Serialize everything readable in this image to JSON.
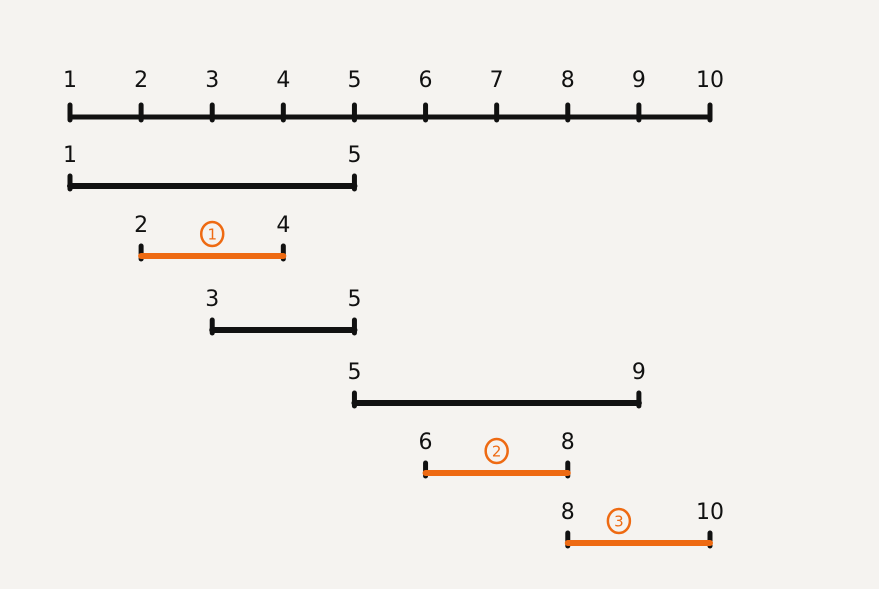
{
  "axis": {
    "min": 1,
    "max": 10,
    "ticks": [
      "1",
      "2",
      "3",
      "4",
      "5",
      "6",
      "7",
      "8",
      "9",
      "10"
    ]
  },
  "colors": {
    "ink": "#111111",
    "highlight": "#ee6a12",
    "background": "#f5f3f0"
  },
  "intervals": [
    {
      "start": 1,
      "end": 5,
      "start_label": "1",
      "end_label": "5",
      "selected": false,
      "marker": ""
    },
    {
      "start": 2,
      "end": 4,
      "start_label": "2",
      "end_label": "4",
      "selected": true,
      "marker": "1"
    },
    {
      "start": 3,
      "end": 5,
      "start_label": "3",
      "end_label": "5",
      "selected": false,
      "marker": ""
    },
    {
      "start": 5,
      "end": 9,
      "start_label": "5",
      "end_label": "9",
      "selected": false,
      "marker": ""
    },
    {
      "start": 6,
      "end": 8,
      "start_label": "6",
      "end_label": "8",
      "selected": true,
      "marker": "2"
    },
    {
      "start": 8,
      "end": 10,
      "start_label": "8",
      "end_label": "10",
      "selected": true,
      "marker": "3"
    }
  ]
}
